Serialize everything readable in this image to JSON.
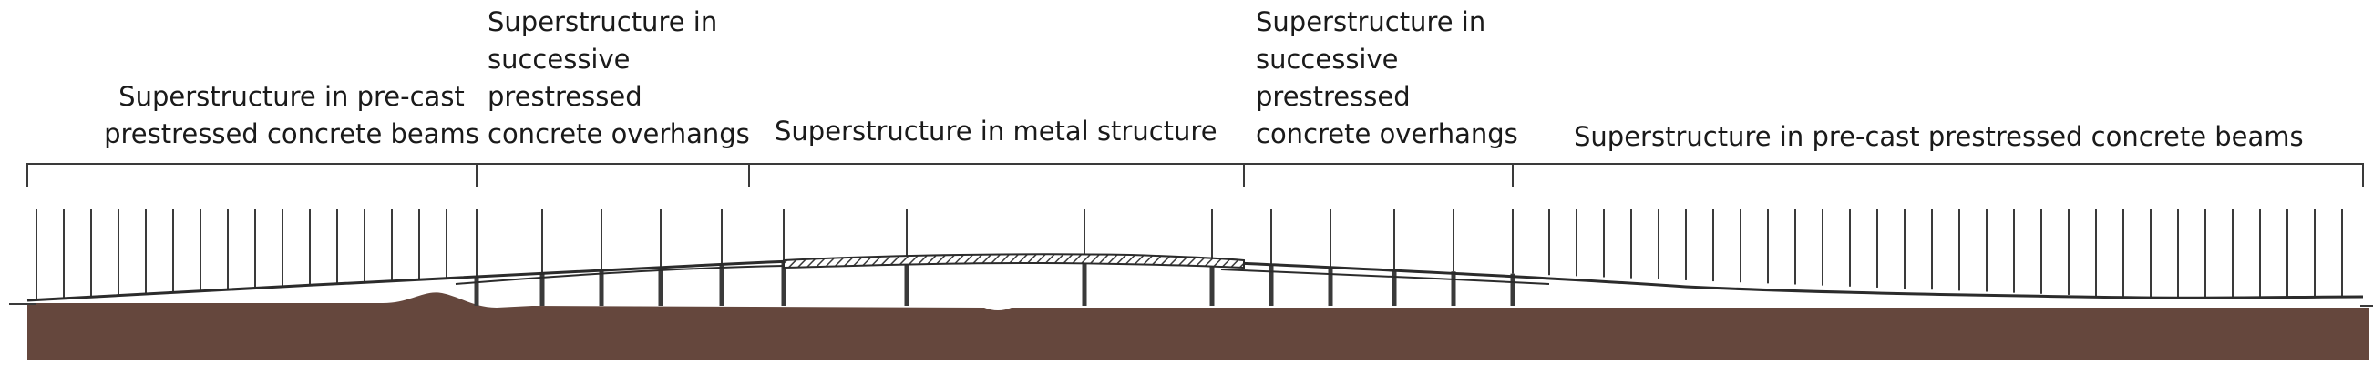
{
  "sections": [
    {
      "lines": [
        "Superstructure in pre-cast",
        "prestressed concrete beams"
      ]
    },
    {
      "lines": [
        "Superstructure in",
        "successive",
        "prestressed",
        "concrete overhangs"
      ]
    },
    {
      "lines": [
        "Superstructure in metal structure"
      ]
    },
    {
      "lines": [
        "Superstructure in",
        "successive",
        "prestressed",
        "concrete overhangs"
      ]
    },
    {
      "lines": [
        "Superstructure in pre-cast prestressed concrete beams"
      ]
    }
  ],
  "colors": {
    "ground": "#65473d",
    "line": "#3a3a3a",
    "text": "#1a1a1a"
  }
}
